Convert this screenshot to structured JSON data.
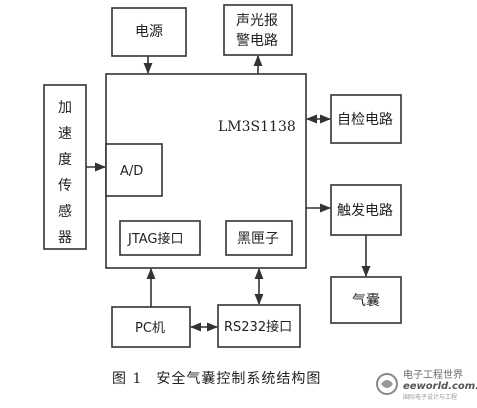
{
  "diagram": {
    "nodes": {
      "power": "电源",
      "alarm_line1": "声光报",
      "alarm_line2": "警电路",
      "mcu": "LM3S1138",
      "ad": "A/D",
      "jtag": "JTAG接口",
      "blackbox": "黑匣子",
      "self_check": "自检电路",
      "trigger": "触发电路",
      "airbag": "气囊",
      "pc": "PC机",
      "rs232": "RS232接口",
      "accel": [
        "加",
        "速",
        "度",
        "传",
        "感",
        "器"
      ]
    },
    "edges": [
      {
        "from": "power",
        "to": "mcu",
        "direction": "one-way"
      },
      {
        "from": "mcu",
        "to": "alarm",
        "direction": "one-way"
      },
      {
        "from": "mcu",
        "to": "self_check",
        "direction": "two-way"
      },
      {
        "from": "mcu",
        "to": "trigger",
        "direction": "one-way"
      },
      {
        "from": "trigger",
        "to": "airbag",
        "direction": "one-way"
      },
      {
        "from": "accel",
        "to": "ad",
        "direction": "one-way"
      },
      {
        "from": "pc",
        "to": "jtag",
        "direction": "one-way"
      },
      {
        "from": "pc",
        "to": "rs232",
        "direction": "two-way"
      },
      {
        "from": "rs232",
        "to": "blackbox",
        "direction": "two-way"
      }
    ]
  },
  "caption": {
    "figure_number": "图 1",
    "title": "安全气囊控制系统结构图"
  },
  "watermark": {
    "line1": "电子工程世界",
    "url": "eeworld.com.cn",
    "tagline": "国际电子设计与工程"
  }
}
